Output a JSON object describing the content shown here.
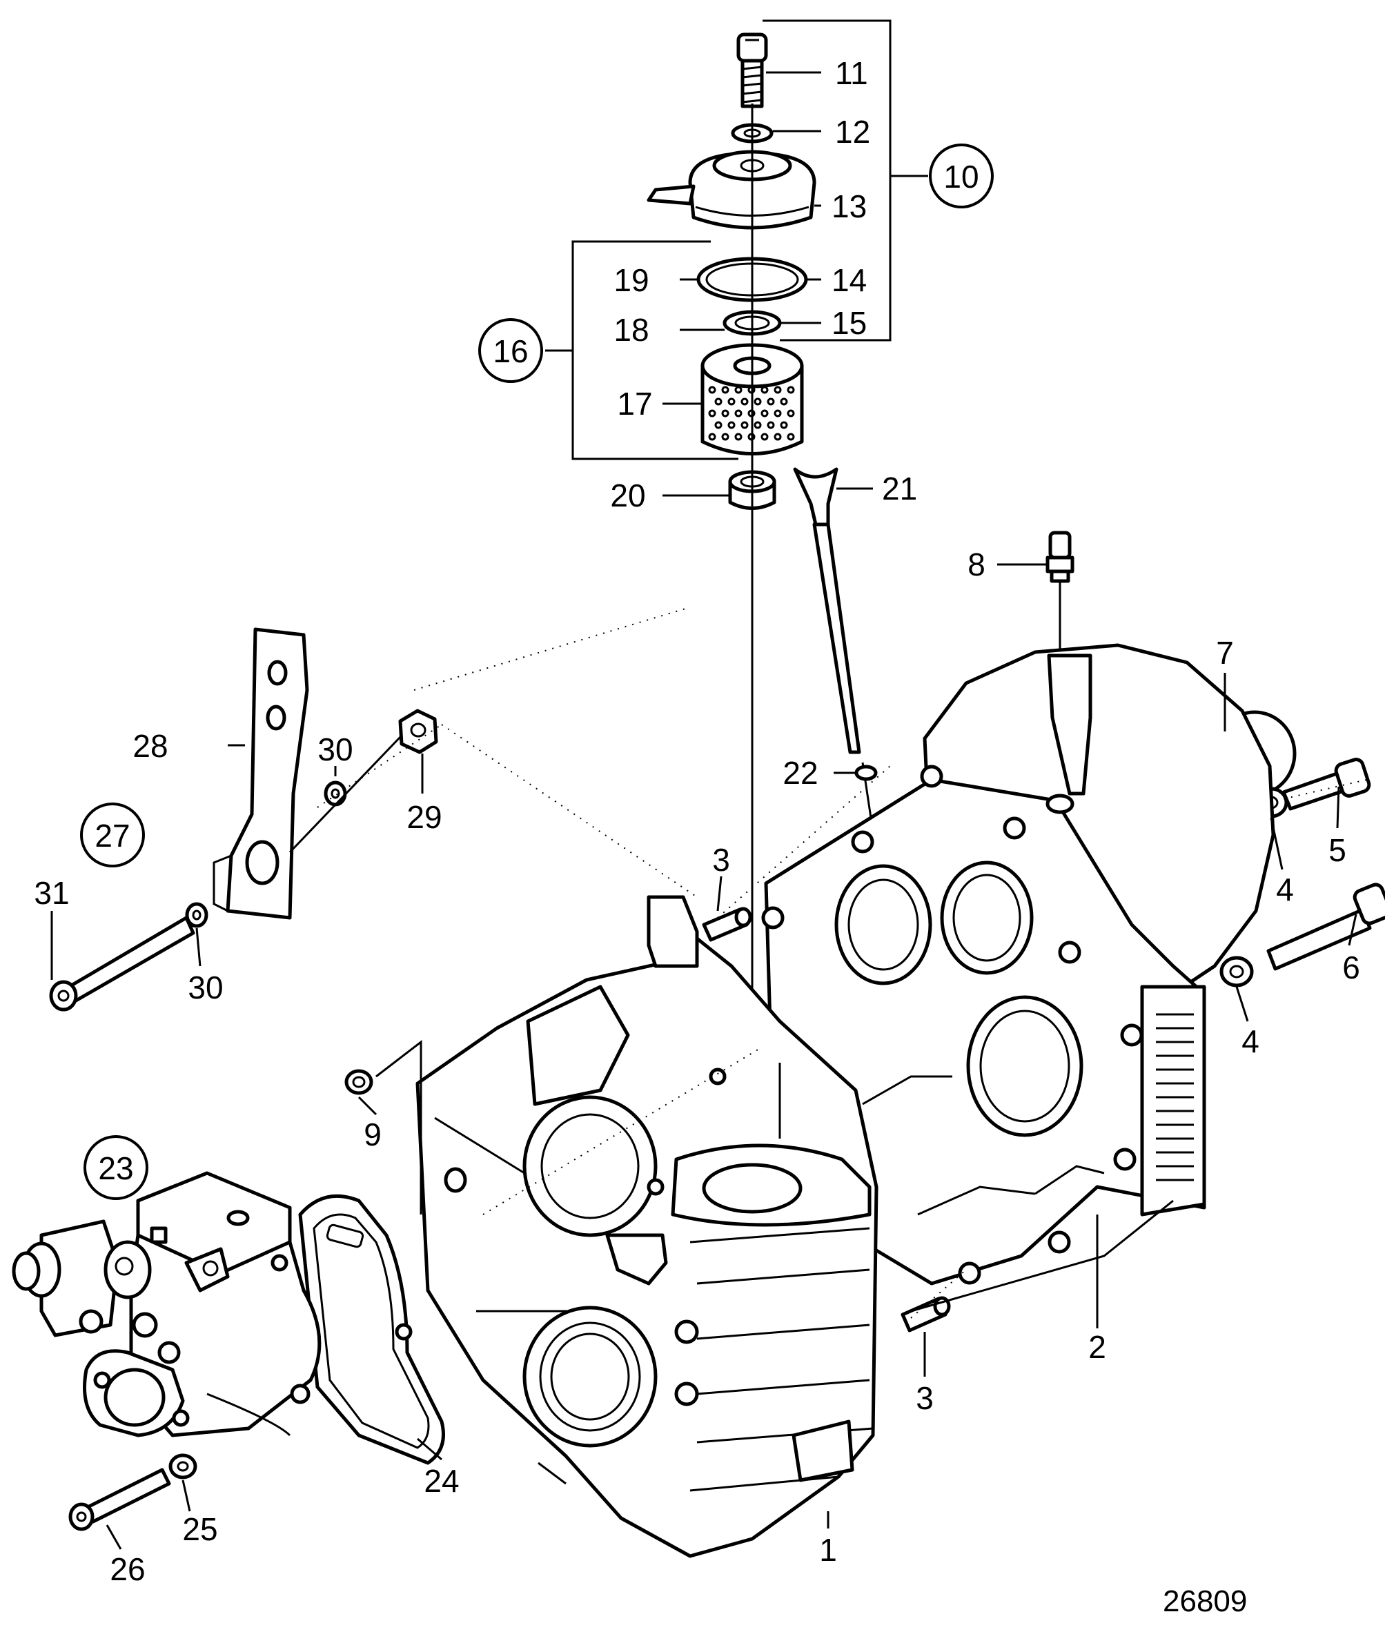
{
  "figure_number": "26809",
  "labels": [
    {
      "id": "1",
      "text": "1"
    },
    {
      "id": "2",
      "text": "2"
    },
    {
      "id": "3a",
      "text": "3"
    },
    {
      "id": "3b",
      "text": "3"
    },
    {
      "id": "4a",
      "text": "4"
    },
    {
      "id": "4b",
      "text": "4"
    },
    {
      "id": "5",
      "text": "5"
    },
    {
      "id": "6",
      "text": "6"
    },
    {
      "id": "7",
      "text": "7"
    },
    {
      "id": "8",
      "text": "8"
    },
    {
      "id": "9",
      "text": "9"
    },
    {
      "id": "11",
      "text": "11"
    },
    {
      "id": "12",
      "text": "12"
    },
    {
      "id": "13",
      "text": "13"
    },
    {
      "id": "14",
      "text": "14"
    },
    {
      "id": "15",
      "text": "15"
    },
    {
      "id": "17",
      "text": "17"
    },
    {
      "id": "18",
      "text": "18"
    },
    {
      "id": "19",
      "text": "19"
    },
    {
      "id": "20",
      "text": "20"
    },
    {
      "id": "21",
      "text": "21"
    },
    {
      "id": "22",
      "text": "22"
    },
    {
      "id": "24",
      "text": "24"
    },
    {
      "id": "25",
      "text": "25"
    },
    {
      "id": "26",
      "text": "26"
    },
    {
      "id": "28",
      "text": "28"
    },
    {
      "id": "29",
      "text": "29"
    },
    {
      "id": "30a",
      "text": "30"
    },
    {
      "id": "30b",
      "text": "30"
    },
    {
      "id": "31",
      "text": "31"
    }
  ],
  "assemblies": [
    {
      "id": "10",
      "text": "10"
    },
    {
      "id": "16",
      "text": "16"
    },
    {
      "id": "23",
      "text": "23"
    },
    {
      "id": "27",
      "text": "27"
    }
  ]
}
